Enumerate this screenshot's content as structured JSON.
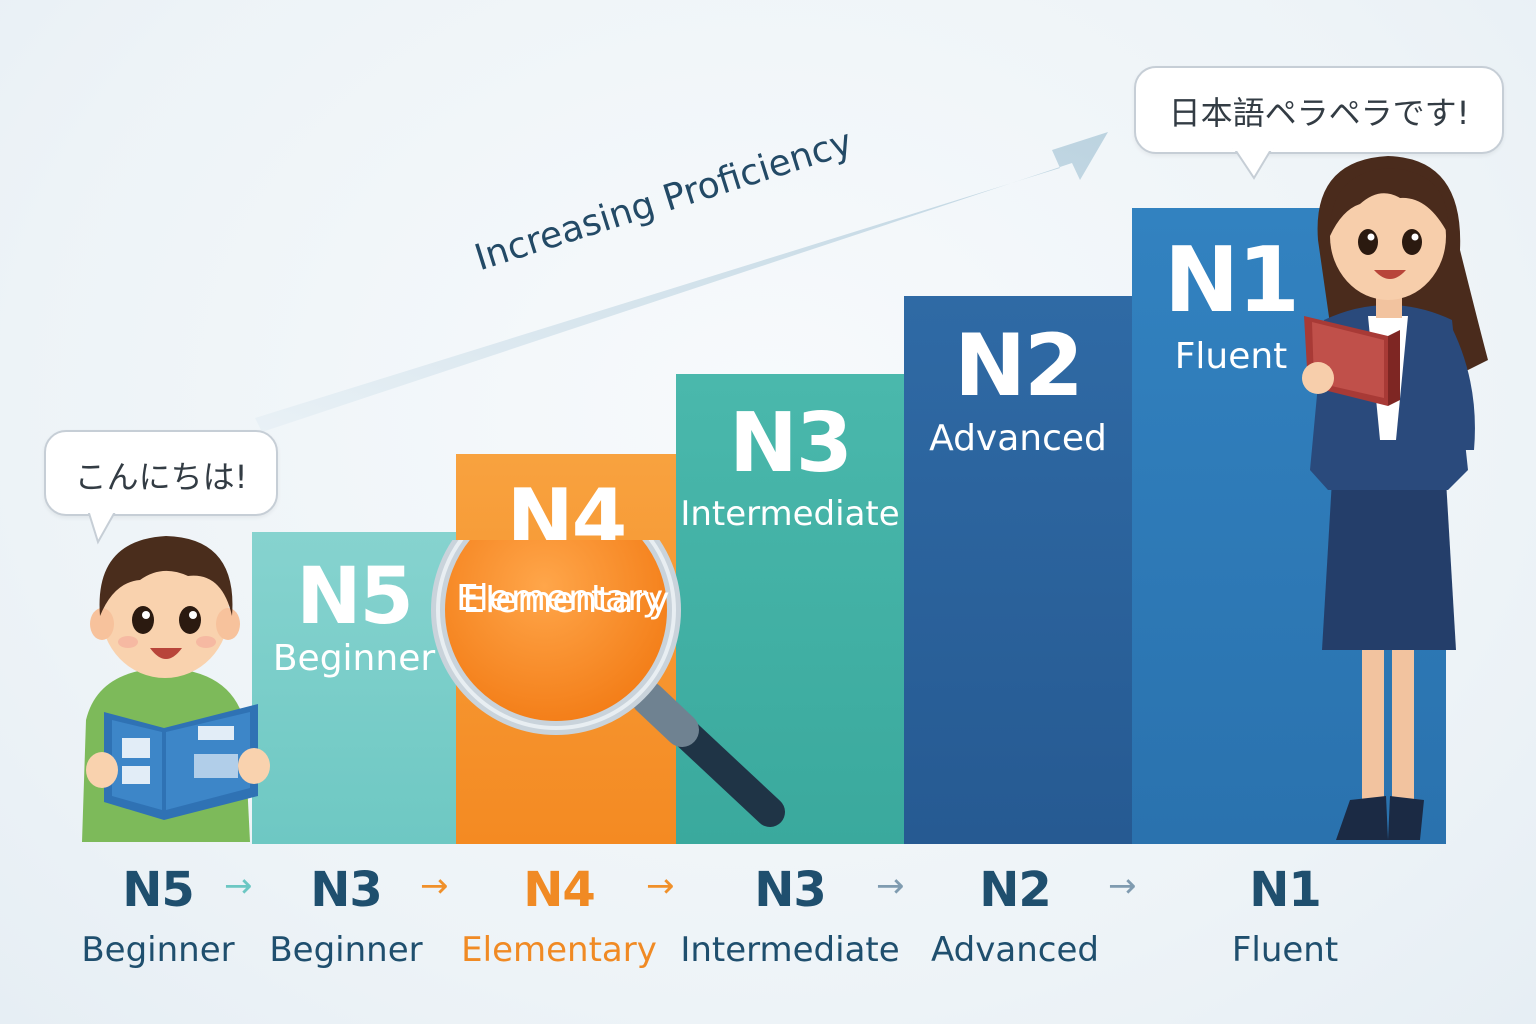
{
  "arrow_label": "Increasing Proficiency",
  "bubbles": {
    "beginner": "こんにちは!",
    "fluent": "日本語ペラペラです!"
  },
  "bars": [
    {
      "code": "N5",
      "name": "Beginner",
      "color": "#7ccfca"
    },
    {
      "code": "N4",
      "name": "Elementary",
      "color": "#f6922e"
    },
    {
      "code": "N3",
      "name": "Intermediate",
      "color": "#46b4a8"
    },
    {
      "code": "N2",
      "name": "Advanced",
      "color": "#2b5f98"
    },
    {
      "code": "N1",
      "name": "Fluent",
      "color": "#2e7ab8"
    }
  ],
  "bottom_labels": [
    {
      "code": "N5",
      "name": "Beginner",
      "color": "#1f4f6e"
    },
    {
      "code": "N3",
      "name": "Beginner",
      "color": "#1f4f6e"
    },
    {
      "code": "N4",
      "name": "Elementary",
      "color": "#f08a24"
    },
    {
      "code": "N3",
      "name": "Intermediate",
      "color": "#1f4f6e"
    },
    {
      "code": "N2",
      "name": "Advanced",
      "color": "#1f4f6e"
    },
    {
      "code": "N1",
      "name": "Fluent",
      "color": "#1f4f6e"
    }
  ],
  "colors": {
    "arrow": "#c9dbe6",
    "text_dark": "#1f4f6e",
    "accent_orange": "#f08a24",
    "arrow_teal": "#6cc7c3",
    "arrow_orange": "#f0902a",
    "arrow_gray": "#7f9bb0"
  },
  "icons": [
    "beginner-student-illustration",
    "fluent-speaker-illustration",
    "magnifying-glass-icon",
    "book-icon"
  ]
}
